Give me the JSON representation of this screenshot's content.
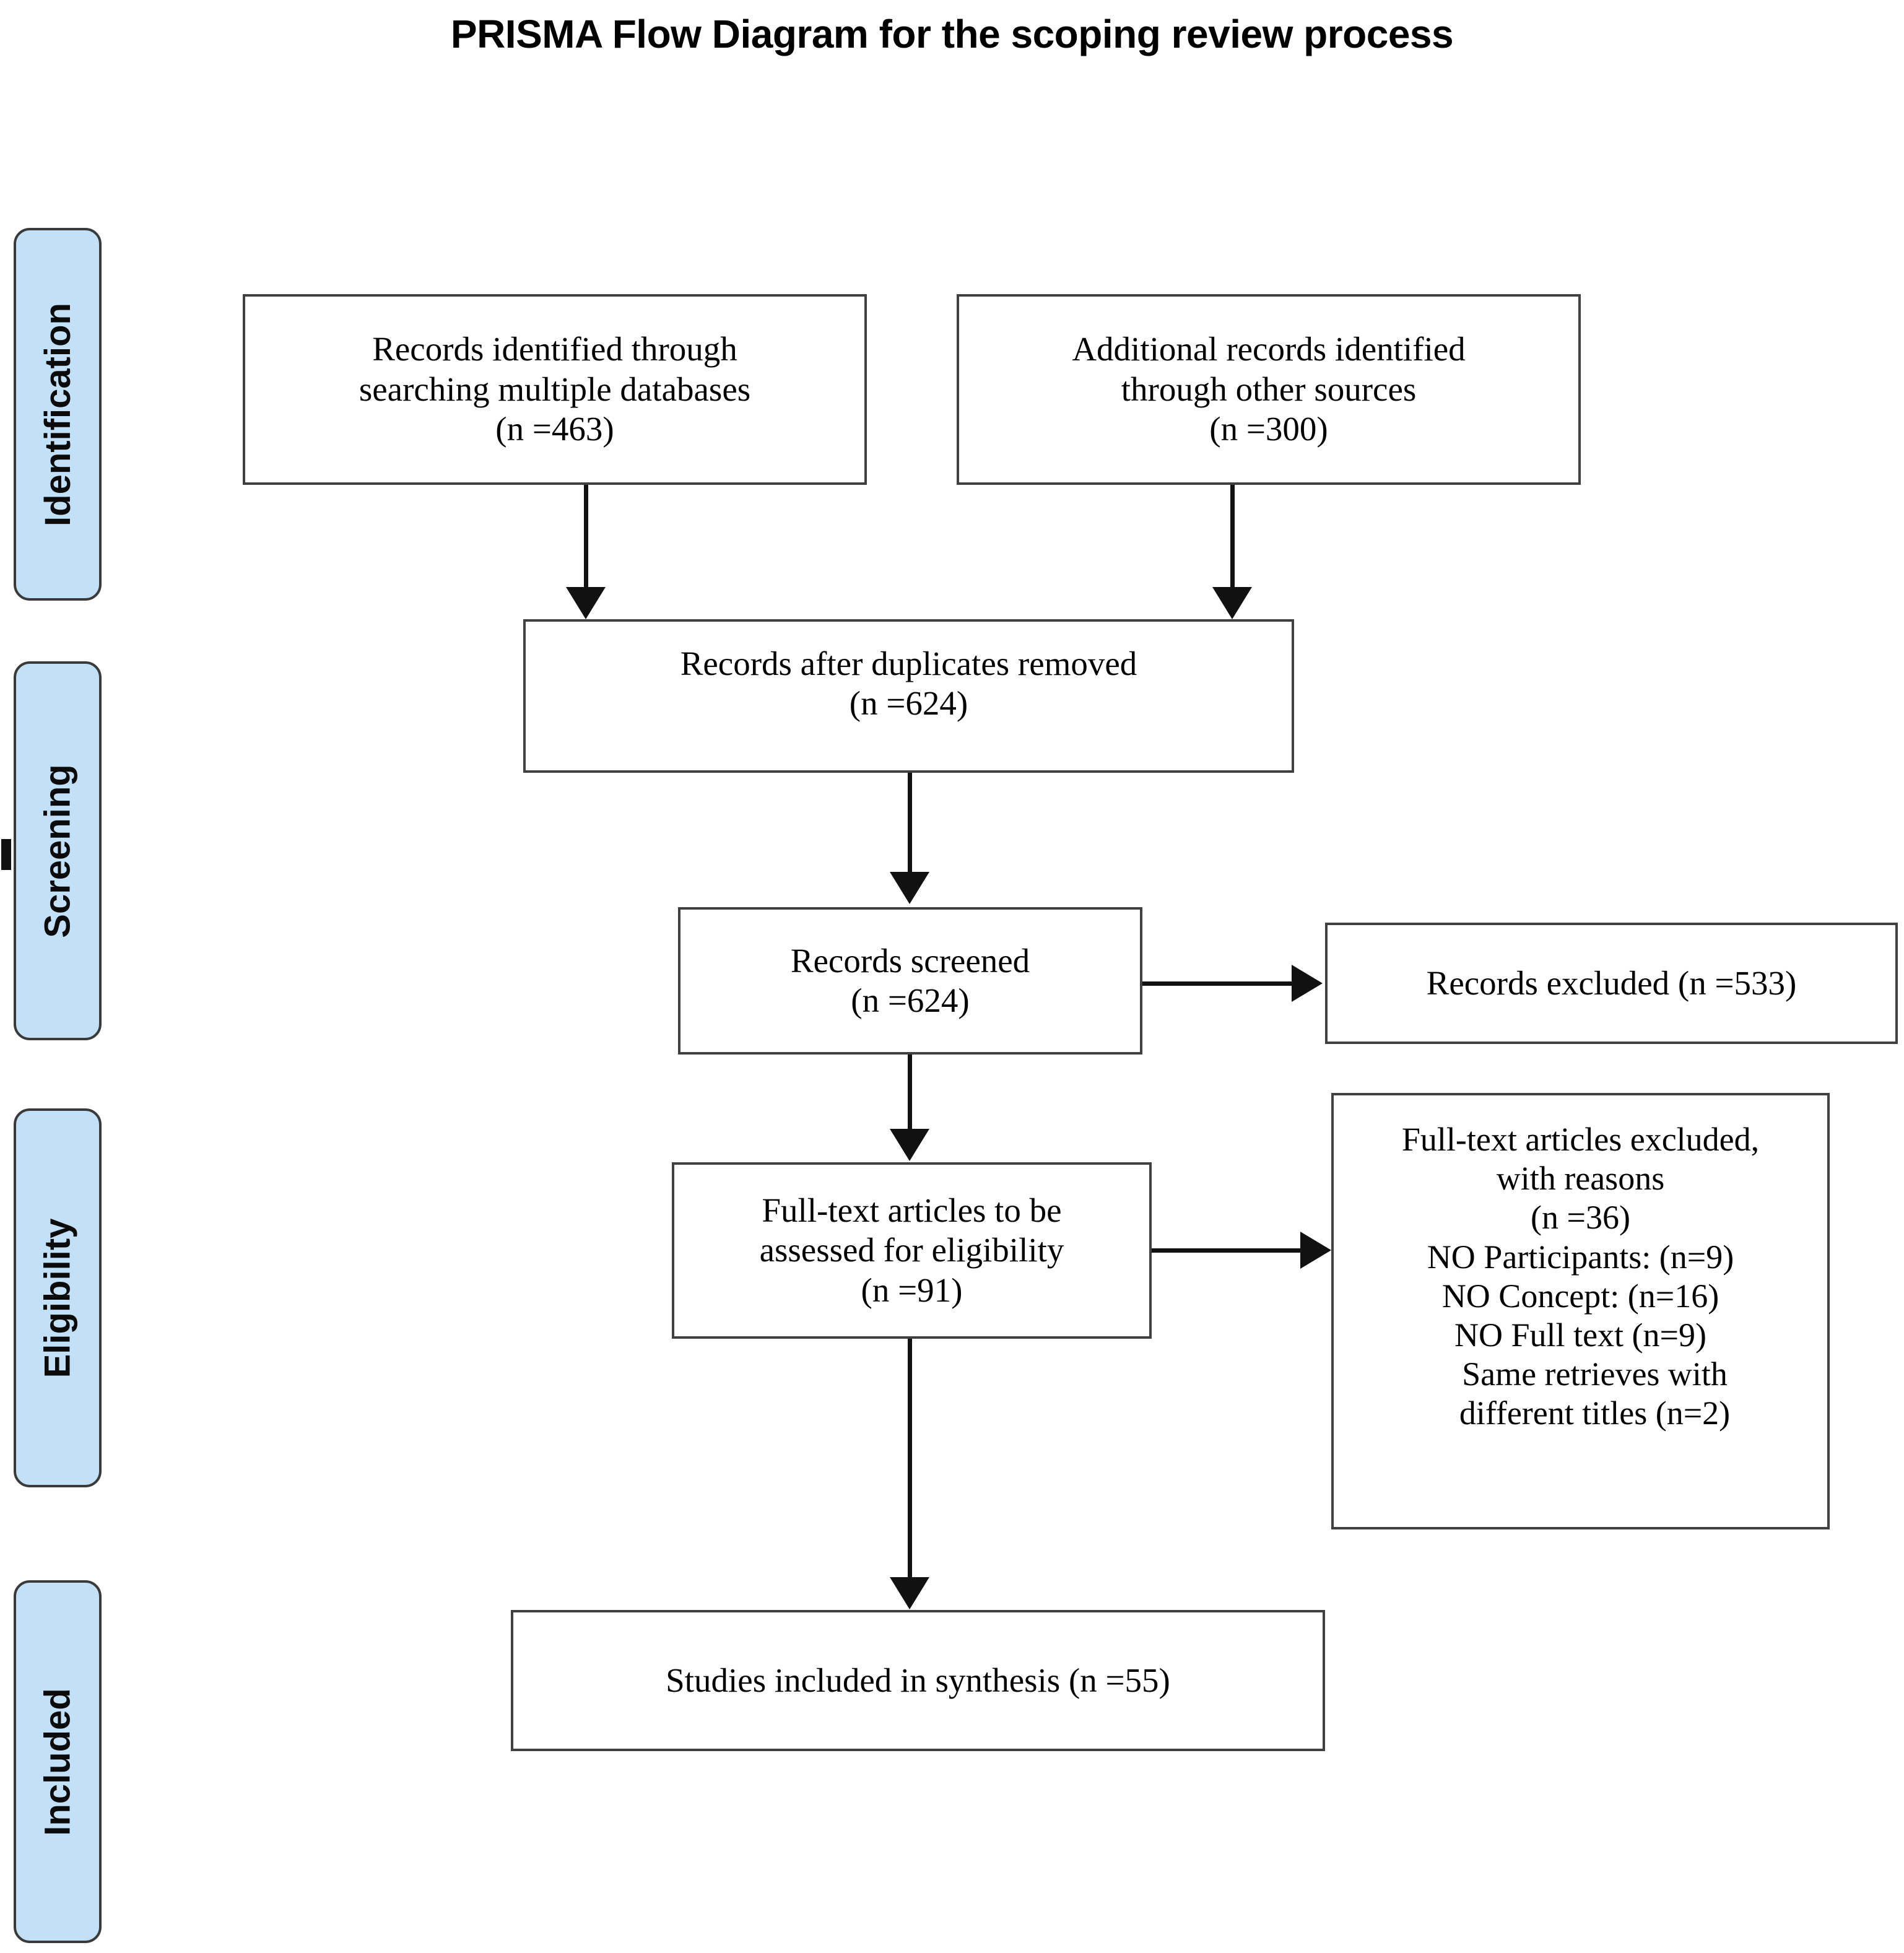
{
  "title": "PRISMA Flow Diagram for the scoping review process",
  "colors": {
    "stage_fill": "#c2e0f7",
    "stage_border": "#3a3a3a",
    "box_border": "#404040",
    "connector": "#111111",
    "text": "#000000",
    "background": "#ffffff"
  },
  "stages": [
    {
      "id": "identification",
      "label": "Identification"
    },
    {
      "id": "screening",
      "label": "Screening"
    },
    {
      "id": "eligibility",
      "label": "Eligibility"
    },
    {
      "id": "included",
      "label": "Included"
    }
  ],
  "boxes": {
    "databases": {
      "line1": "Records identified through",
      "line2": "searching  multiple databases",
      "line3": "(n =463)"
    },
    "other_sources": {
      "line1": "Additional records identified",
      "line2": "through other sources",
      "line3": "(n =300)"
    },
    "duplicates": {
      "line1": "Records after duplicates removed",
      "line2": "(n =624)"
    },
    "screened": {
      "line1": "Records screened",
      "line2": "(n =624)"
    },
    "excluded": {
      "line1": "Records excluded  (n =533)"
    },
    "fulltext": {
      "line1": "Full-text articles to be",
      "line2": "assessed for eligibility",
      "line3": "(n =91)"
    },
    "reasons": {
      "line1": "Full-text articles excluded,",
      "line2": "with reasons",
      "line3": "(n =36)",
      "line4": "NO Participants: (n=9)",
      "line5": "NO Concept: (n=16)",
      "line6": "NO Full text (n=9)",
      "line7": "Same retrieves with",
      "line8": "different  titles (n=2)"
    },
    "included": {
      "line1": "Studies included in synthesis (n =55)"
    }
  },
  "chart_data": {
    "type": "diagram",
    "diagram_kind": "PRISMA flow diagram",
    "title": "PRISMA Flow Diagram for the scoping review process",
    "stages": [
      "Identification",
      "Screening",
      "Eligibility",
      "Included"
    ],
    "nodes": [
      {
        "id": "databases",
        "stage": "Identification",
        "label": "Records identified through searching multiple databases",
        "n": 463
      },
      {
        "id": "other_sources",
        "stage": "Identification",
        "label": "Additional records identified through other sources",
        "n": 300
      },
      {
        "id": "duplicates",
        "stage": "Screening",
        "label": "Records after duplicates removed",
        "n": 624
      },
      {
        "id": "screened",
        "stage": "Screening",
        "label": "Records screened",
        "n": 624
      },
      {
        "id": "excluded",
        "stage": "Screening",
        "label": "Records excluded",
        "n": 533
      },
      {
        "id": "fulltext",
        "stage": "Eligibility",
        "label": "Full-text articles to be assessed for eligibility",
        "n": 91
      },
      {
        "id": "reasons",
        "stage": "Eligibility",
        "label": "Full-text articles excluded, with reasons",
        "n": 36,
        "breakdown": [
          {
            "reason": "NO Participants",
            "n": 9
          },
          {
            "reason": "NO Concept",
            "n": 16
          },
          {
            "reason": "NO Full text",
            "n": 9
          },
          {
            "reason": "Same retrieves with different titles",
            "n": 2
          }
        ]
      },
      {
        "id": "included",
        "stage": "Included",
        "label": "Studies included in synthesis",
        "n": 55
      }
    ],
    "edges": [
      {
        "from": "databases",
        "to": "duplicates",
        "direction": "down"
      },
      {
        "from": "other_sources",
        "to": "duplicates",
        "direction": "down"
      },
      {
        "from": "duplicates",
        "to": "screened",
        "direction": "down"
      },
      {
        "from": "screened",
        "to": "excluded",
        "direction": "right"
      },
      {
        "from": "screened",
        "to": "fulltext",
        "direction": "down"
      },
      {
        "from": "fulltext",
        "to": "reasons",
        "direction": "right"
      },
      {
        "from": "fulltext",
        "to": "included",
        "direction": "down"
      }
    ]
  }
}
